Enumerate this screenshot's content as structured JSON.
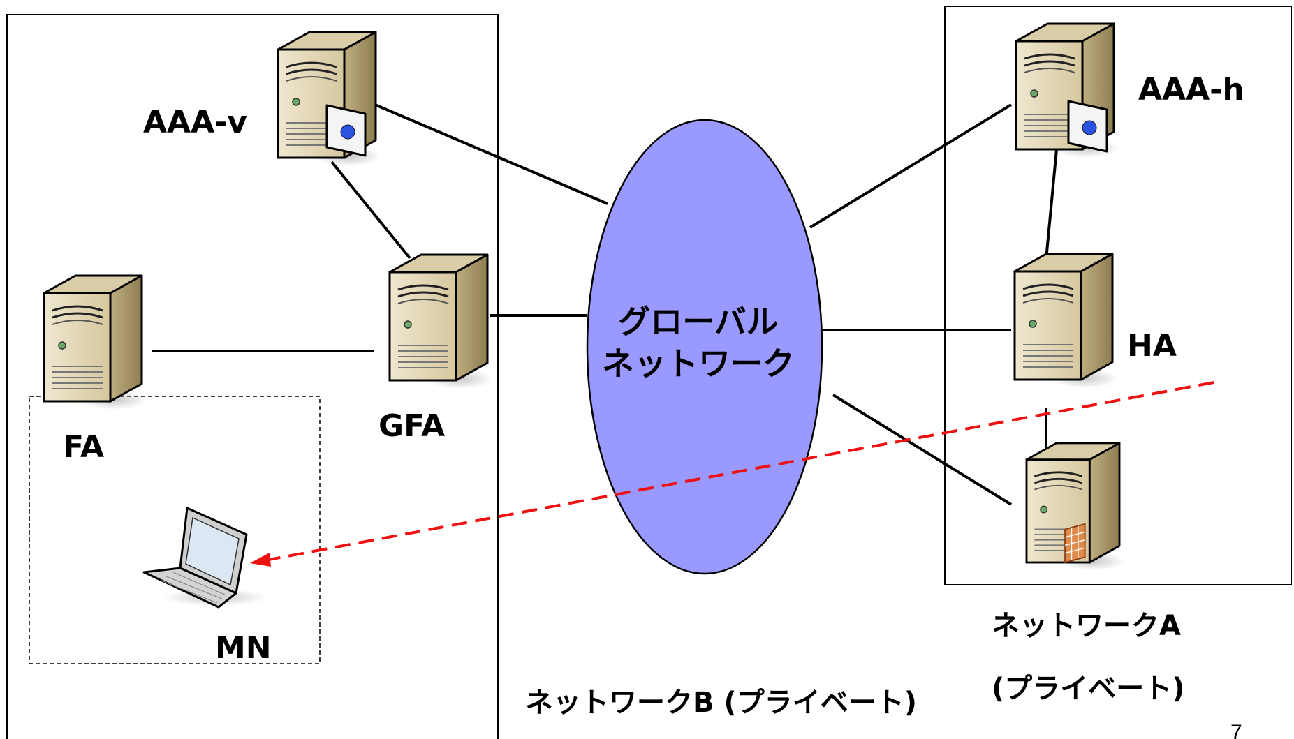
{
  "nodes": {
    "aaa_v": "AAA-v",
    "aaa_h": "AAA-h",
    "fa": "FA",
    "gfa": "GFA",
    "ha": "HA",
    "mn": "MN"
  },
  "cloud": {
    "line1": "グローバル",
    "line2": "ネットワーク",
    "fill": "#9999ff"
  },
  "networks": {
    "network_a_line1": "ネットワークA",
    "network_a_line2": "(プライベート)",
    "network_b": "ネットワークB (プライベート)"
  },
  "page_number": "7",
  "colors": {
    "tunnel": "#ee1111",
    "server_body": "#e6dcc0"
  },
  "icons": [
    "server-icon",
    "auth-server-icon",
    "firewall-server-icon",
    "laptop-icon"
  ]
}
